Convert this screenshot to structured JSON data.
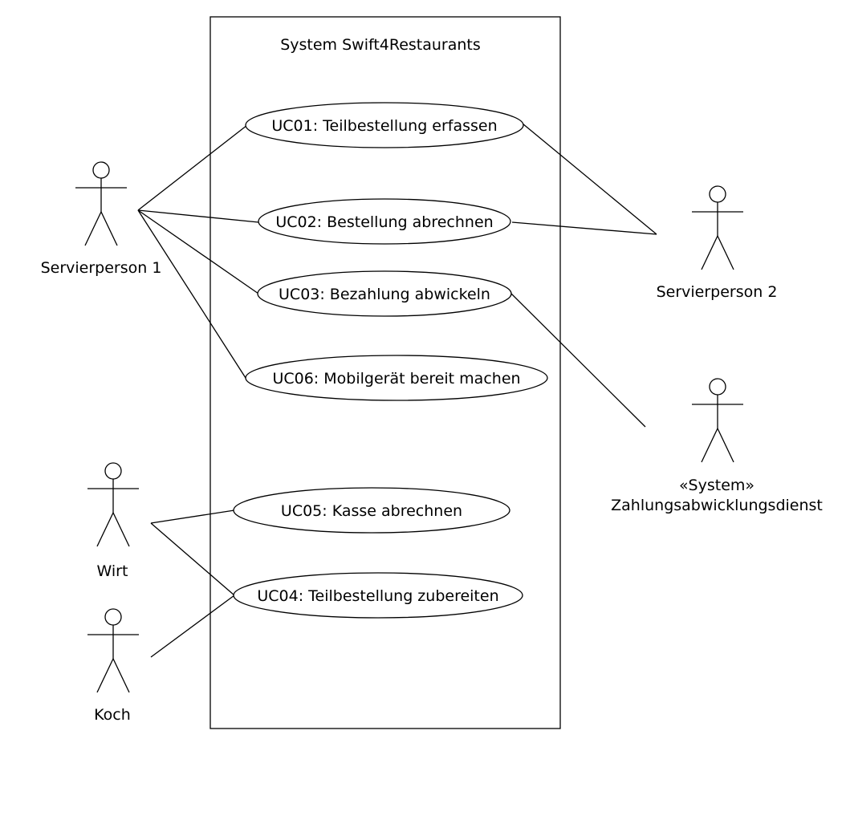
{
  "system": {
    "title": "System Swift4Restaurants"
  },
  "use_cases": {
    "uc01": "UC01: Teilbestellung erfassen",
    "uc02": "UC02: Bestellung abrechnen",
    "uc03": "UC03: Bezahlung abwickeln",
    "uc06": "UC06: Mobilgerät bereit machen",
    "uc05": "UC05: Kasse abrechnen",
    "uc04": "UC04: Teilbestellung zubereiten"
  },
  "actors": {
    "servierperson1": "Servierperson 1",
    "servierperson2": "Servierperson 2",
    "zahlung_stereotype": "«System»",
    "zahlung_name": "Zahlungsabwicklungsdienst",
    "wirt": "Wirt",
    "koch": "Koch"
  }
}
